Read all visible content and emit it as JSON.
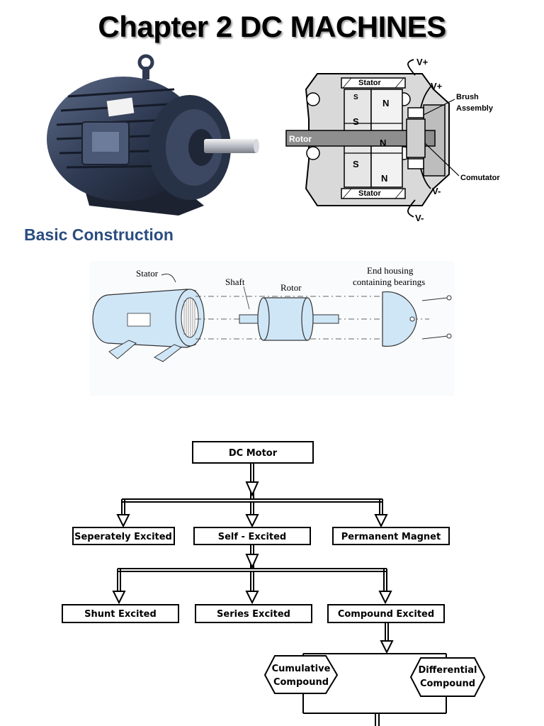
{
  "title": "Chapter 2 DC MACHINES",
  "section_heading": "Basic Construction",
  "cross_section": {
    "stator_top": "Stator",
    "stator_bottom": "Stator",
    "rotor": "Rotor",
    "pole_s_small": "S",
    "pole_n1": "N",
    "pole_s1": "S",
    "pole_n2": "N",
    "pole_s2": "S",
    "pole_n3": "N",
    "v_plus_outer": "V+",
    "v_plus_inner": "V+",
    "v_minus_inner": "V-",
    "v_minus_outer": "V-",
    "brush_line1": "Brush",
    "brush_line2": "Assembly",
    "commutator": "Comutator"
  },
  "exploded": {
    "stator": "Stator",
    "shaft": "Shaft",
    "rotor": "Rotor",
    "end_housing_line1": "End housing",
    "end_housing_line2": "containing bearings"
  },
  "flowchart": {
    "root": "DC Motor",
    "level1": [
      "Seperately Excited",
      "Self - Excited",
      "Permanent  Magnet"
    ],
    "level2": [
      "Shunt  Excited",
      "Series  Excited",
      "Compound  Excited"
    ],
    "level3_left": [
      "Cumulative",
      "Compound"
    ],
    "level3_right": [
      "Differential",
      "Compound"
    ]
  },
  "colors": {
    "title_text": "#000000",
    "heading_blue": "#2a4d7f",
    "motor_body": "#3b4760",
    "part_fill": "#cfe6f7"
  }
}
